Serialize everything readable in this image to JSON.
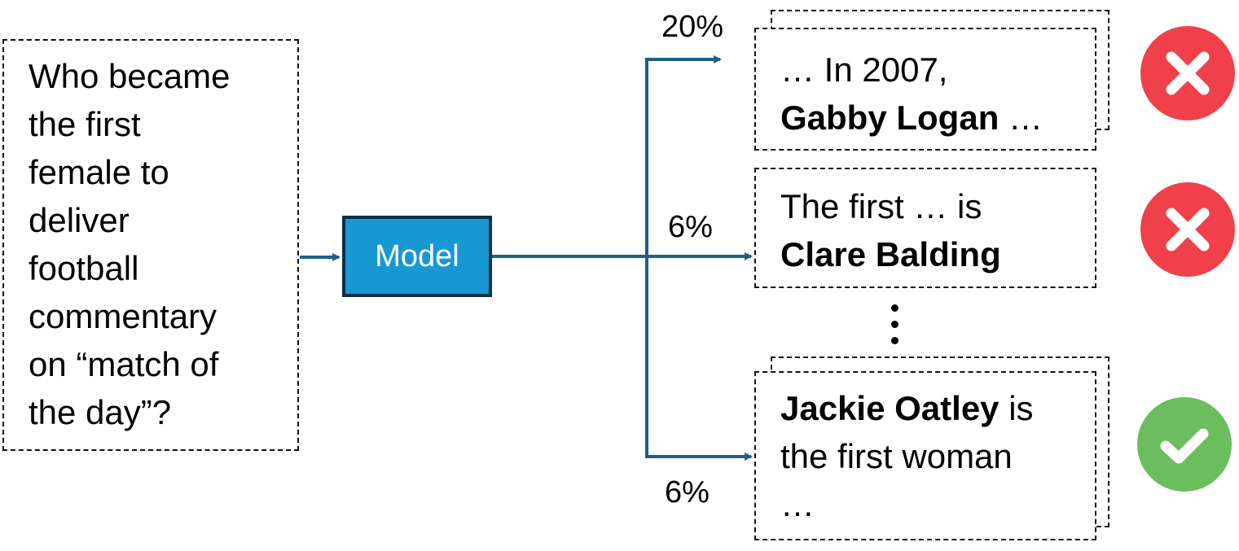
{
  "question": {
    "lines": [
      "Who became",
      "the first",
      "female to",
      "deliver",
      "football",
      "commentary",
      "on “match of",
      "the day”?"
    ]
  },
  "model": {
    "label": "Model"
  },
  "answers": [
    {
      "pct": "20%",
      "prefix": "… In 2007,",
      "bold": "Gabby Logan",
      "suffix": " …",
      "correct": false,
      "stacked": true
    },
    {
      "pct": "6%",
      "prefix": "The first … is",
      "bold": "Clare Balding",
      "suffix": "",
      "correct": false,
      "stacked": false
    },
    {
      "pct": "6%",
      "bold": "Jackie Oatley",
      "suffix": " is",
      "line2": "the first woman",
      "line3": "…",
      "correct": true,
      "stacked": true
    }
  ],
  "colors": {
    "arrow": "#1f5f86",
    "model_fill": "#1798d3",
    "model_border": "#0d2f45",
    "wrong": "#f0414a",
    "correct": "#6bbd5e"
  },
  "icons": {
    "wrong": "x-icon",
    "correct": "check-icon",
    "more": "ellipsis-icon"
  }
}
